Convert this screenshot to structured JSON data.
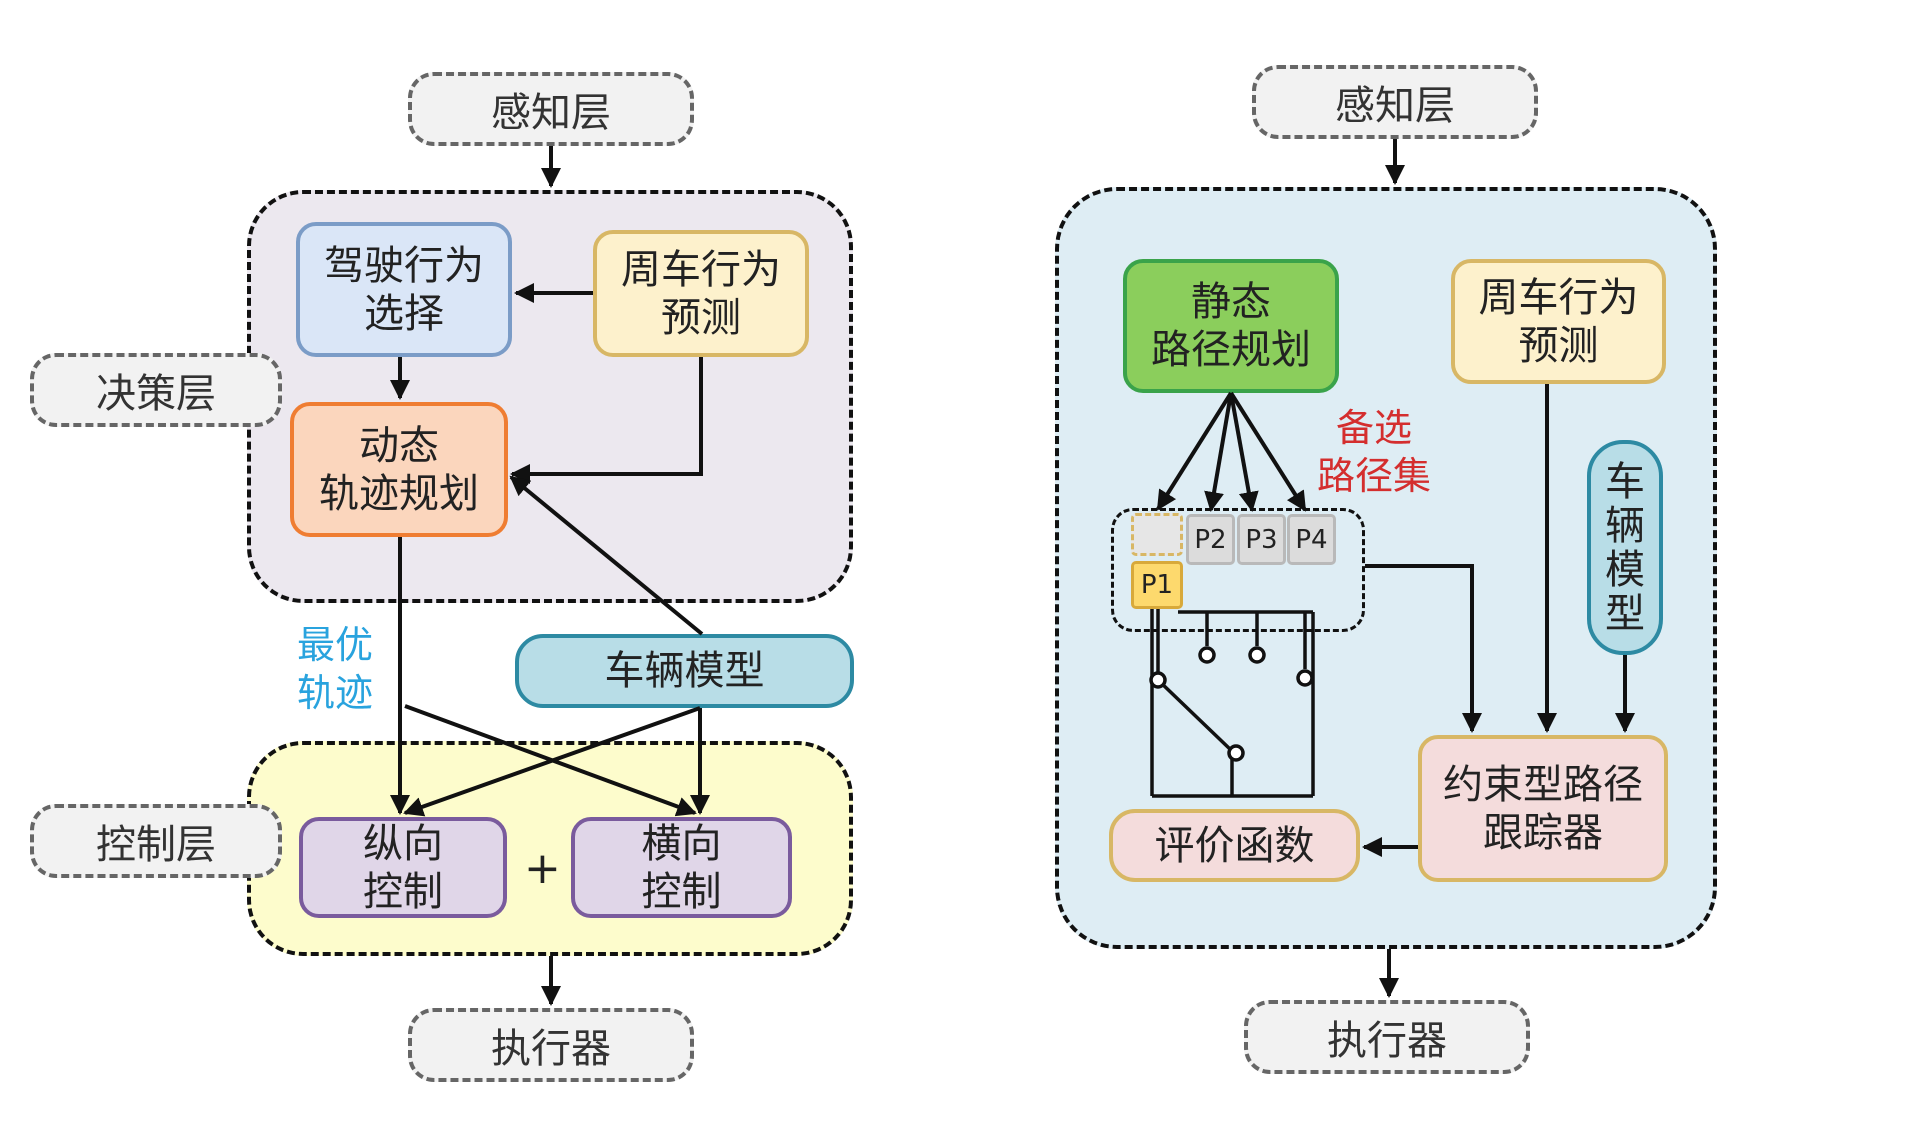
{
  "left": {
    "perception": "感知层",
    "decision_layer": "决策层",
    "control_layer": "控制层",
    "actuator": "执行器",
    "behavior_selection": [
      "驾驶行为",
      "选择"
    ],
    "surrounding_prediction": [
      "周车行为",
      "预测"
    ],
    "dynamic_planning": [
      "动态",
      "轨迹规划"
    ],
    "vehicle_model": "车辆模型",
    "optimal_trajectory": [
      "最优",
      "轨迹"
    ],
    "longitudinal": [
      "纵向",
      "控制"
    ],
    "lateral": [
      "横向",
      "控制"
    ],
    "plus": "+"
  },
  "right": {
    "perception": "感知层",
    "actuator": "执行器",
    "static_planning": [
      "静态",
      "路径规划"
    ],
    "surrounding_prediction": [
      "周车行为",
      "预测"
    ],
    "vehicle_model": [
      "车",
      "辆",
      "模",
      "型"
    ],
    "candidate_paths": [
      "备选",
      "路径集"
    ],
    "paths": [
      "P1",
      "P2",
      "P3",
      "P4"
    ],
    "tracker": [
      "约束型路径",
      "跟踪器"
    ],
    "evaluation": "评价函数"
  },
  "colors": {
    "decision_bg": "#ece8ef",
    "control_bg": "#fdfccc",
    "right_bg": "#deedf4",
    "blue_node": "#dae6f7",
    "yellow_node": "#fdf1cc",
    "orange_node": "#fbd6bd",
    "teal_node": "#b8dde7",
    "purple_node": "#e0d6e8",
    "green_node": "#8bce5c",
    "pink_node": "#f4dcdc",
    "p1_node": "#fdd96d"
  }
}
